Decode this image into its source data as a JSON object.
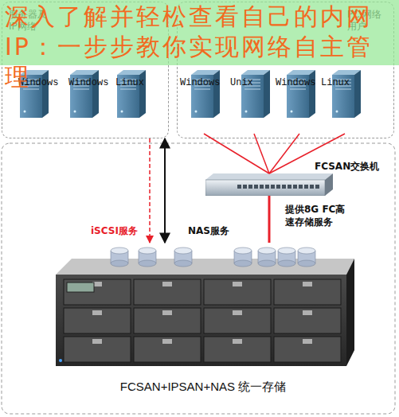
{
  "diagram": {
    "nodes": [
      {
        "text": [
          "服务器及 IP网络"
        ]
      },
      {
        "text": [
          "Windows"
        ],
        "in": 0
      },
      {
        "text": [
          "Windows"
        ],
        "in": 0
      },
      {
        "text": [
          "Linux"
        ],
        "in": 0
      },
      {
        "text": [
          "PC 网络用户"
        ]
      },
      {
        "text": [
          "Windows"
        ],
        "in": 4
      },
      {
        "text": [
          "Unix"
        ],
        "in": 4
      },
      {
        "text": [
          "Windows"
        ],
        "in": 4
      },
      {
        "text": [
          "Linux"
        ],
        "in": 4
      },
      {
        "text": [
          "FCSAN交换机"
        ]
      },
      {
        "text": [
          "FCSAN+IPSAN+NAS 统一存储"
        ]
      }
    ],
    "edges": [
      {
        "from": 0,
        "to": 10,
        "label": "iSCSI服务",
        "arrow": "to"
      },
      {
        "from": 0,
        "to": 10,
        "label": "NAS服务",
        "arrow": "both"
      },
      {
        "from": 5,
        "to": 9,
        "arrow": "none"
      },
      {
        "from": 6,
        "to": 9,
        "arrow": "none"
      },
      {
        "from": 7,
        "to": 9,
        "arrow": "none"
      },
      {
        "from": 8,
        "to": 9,
        "arrow": "none"
      },
      {
        "from": 9,
        "to": 10,
        "label": "提供8G FC高速存储服务",
        "arrow": "none"
      }
    ],
    "labels": [
      "深入了解并轻松查看自己的内网IP：一步步教你实现网络自主管理"
    ]
  }
}
